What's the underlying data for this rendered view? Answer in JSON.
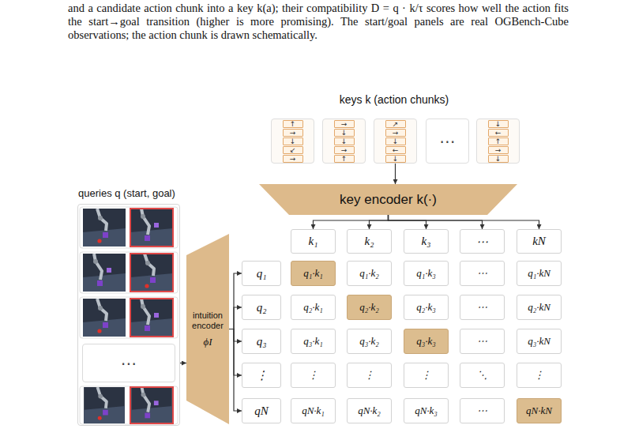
{
  "diagram": {
    "caption": "and a candidate action chunk into a key k(a); their compatibility D = q · k/τ scores how well the action fits the start→goal transition (higher is more promising). The start/goal panels are real OGBench-Cube observations; the action chunk is drawn schematically.",
    "nodes": [
      {
        "text": [
          "↑",
          "→",
          "↓",
          "↙",
          "→"
        ]
      },
      {
        "text": [
          "→",
          "↓",
          "↓",
          "→",
          "↑"
        ]
      },
      {
        "text": [
          "↗",
          "→",
          "↓",
          "←",
          "↓"
        ]
      },
      {
        "text": [
          "⋯"
        ]
      },
      {
        "text": [
          "↓",
          "←",
          "↑",
          "→",
          "↓"
        ]
      },
      {
        "text": [
          "key encoder k(·)"
        ]
      },
      {
        "text": [
          "queries q (start, goal)"
        ]
      },
      {
        "text": [
          "⋯"
        ],
        "in": 6
      },
      {
        "text": [
          "intuition encoder",
          "ϕI"
        ]
      },
      {
        "text": [
          "k₁"
        ]
      },
      {
        "text": [
          "k₂"
        ]
      },
      {
        "text": [
          "k₃"
        ]
      },
      {
        "text": [
          "⋯"
        ]
      },
      {
        "text": [
          "kN"
        ]
      },
      {
        "text": [
          "q₁"
        ]
      },
      {
        "text": [
          "q₁·k₁"
        ]
      },
      {
        "text": [
          "q₁·k₂"
        ]
      },
      {
        "text": [
          "q₁·k₃"
        ]
      },
      {
        "text": [
          "⋯"
        ]
      },
      {
        "text": [
          "q₁·kN"
        ]
      },
      {
        "text": [
          "q₂"
        ]
      },
      {
        "text": [
          "q₂·k₁"
        ]
      },
      {
        "text": [
          "q₂·k₂"
        ]
      },
      {
        "text": [
          "q₂·k₃"
        ]
      },
      {
        "text": [
          "⋯"
        ]
      },
      {
        "text": [
          "q₂·kN"
        ]
      },
      {
        "text": [
          "q₃"
        ]
      },
      {
        "text": [
          "q₃·k₁"
        ]
      },
      {
        "text": [
          "q₃·k₂"
        ]
      },
      {
        "text": [
          "q₃·k₃"
        ]
      },
      {
        "text": [
          "⋯"
        ]
      },
      {
        "text": [
          "q₃·kN"
        ]
      },
      {
        "text": [
          "⋮"
        ]
      },
      {
        "text": [
          "⋮"
        ]
      },
      {
        "text": [
          "⋮"
        ]
      },
      {
        "text": [
          "⋮"
        ]
      },
      {
        "text": [
          "⋱"
        ]
      },
      {
        "text": [
          "⋮"
        ]
      },
      {
        "text": [
          "qN"
        ]
      },
      {
        "text": [
          "qN·k₁"
        ]
      },
      {
        "text": [
          "qN·k₂"
        ]
      },
      {
        "text": [
          "qN·k₃"
        ]
      },
      {
        "text": [
          "⋯"
        ]
      },
      {
        "text": [
          "qN·kN"
        ]
      }
    ],
    "edges": [
      {
        "from": 2,
        "to": 5,
        "arrow": "to"
      },
      {
        "from": 5,
        "to": 9,
        "arrow": "to"
      },
      {
        "from": 5,
        "to": 10,
        "arrow": "to"
      },
      {
        "from": 5,
        "to": 11,
        "arrow": "to"
      },
      {
        "from": 5,
        "to": 12,
        "arrow": "to"
      },
      {
        "from": 5,
        "to": 13,
        "arrow": "to"
      },
      {
        "from": 6,
        "to": 8,
        "arrow": "to"
      },
      {
        "from": 8,
        "to": 14,
        "arrow": "to"
      },
      {
        "from": 8,
        "to": 20,
        "arrow": "to"
      },
      {
        "from": 8,
        "to": 26,
        "arrow": "to"
      },
      {
        "from": 8,
        "to": 32,
        "arrow": "to"
      },
      {
        "from": 8,
        "to": 38,
        "arrow": "to"
      }
    ],
    "labels": [
      "keys k (action chunks)"
    ]
  }
}
